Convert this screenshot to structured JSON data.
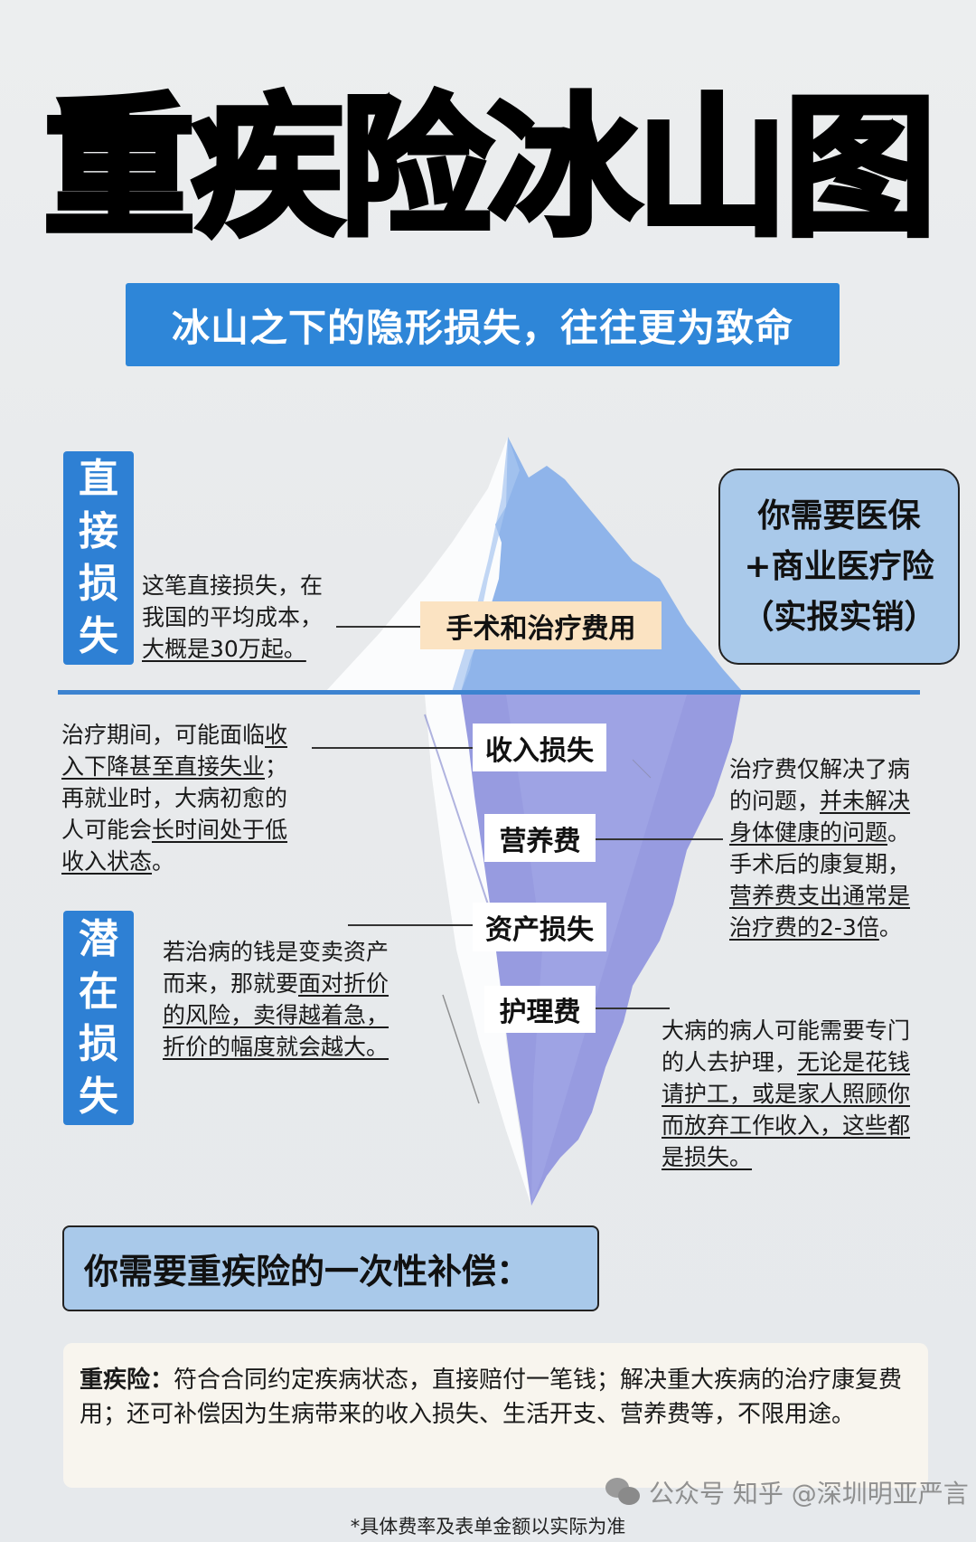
{
  "header": {
    "title": "重疾险冰山图",
    "subtitle": "冰山之下的隐形损失，往往更为致命"
  },
  "colors": {
    "banner_blue": "#2e86d8",
    "tag_blue": "#2e80d4",
    "waterline": "#3d83d0",
    "above_water_ice": "#8fb4ea",
    "below_water_ice": "#979be0",
    "highlight_label": "#fbe3c2",
    "info_box": "#a9c9ea",
    "card_bg": "#f8f5ee"
  },
  "direct_loss": {
    "tag": [
      "直",
      "接",
      "损",
      "失"
    ],
    "note_plain_1": "这笔直接损失，在",
    "note_plain_2": "我国的平均成本，",
    "note_underlined_3": "大概是30万起。",
    "label": "手术和治疗费用"
  },
  "right_box": {
    "lines": [
      "你需要医保",
      "+商业医疗险",
      "（实报实销）"
    ]
  },
  "potential_loss": {
    "tag": [
      "潜",
      "在",
      "损",
      "失"
    ],
    "labels": {
      "income": "收入损失",
      "nutrition": "营养费",
      "assets": "资产损失",
      "nursing": "护理费"
    },
    "income_note": {
      "l1_plain": "治疗期间，可能面临",
      "l1_u": "收",
      "l2_u": "入下降甚至直接失业",
      "l2_plain": "；",
      "l3": "再就业时，大病初愈的",
      "l4_plain": "人可能会",
      "l4_u": "长时间处于低",
      "l5_u": "收入状态",
      "l5_plain": "。"
    },
    "nutrition_note": {
      "l1": "治疗费仅解决了病",
      "l2_plain": "的问题，",
      "l2_u": "并未解决",
      "l3_u": "身体健康的问题",
      "l3_plain": "。",
      "l4": "手术后的康复期，",
      "l5_u": "营养费支出通常是",
      "l6_u": "治疗费的2-3倍",
      "l6_plain": "。"
    },
    "assets_note": {
      "l1": "若治病的钱是变卖资产",
      "l2_plain": "而来，那就要",
      "l2_u": "面对折价",
      "l3_u": "的风险，卖得越着急，",
      "l4_u": "折价的幅度就会越大。"
    },
    "nursing_note": {
      "l1": "大病的病人可能需要专门",
      "l2_plain": "的人去护理，",
      "l2_u": "无论是花钱",
      "l3_u": "请护工，或是家人照顾你",
      "l4_u": "而放弃工作收入，这些都",
      "l5_u": "是损失。"
    }
  },
  "need_box": {
    "text": "你需要重疾险的一次性补偿："
  },
  "summary_card": {
    "lead": "重疾险：",
    "body": "符合合同约定疾病状态，直接赔付一笔钱；解决重大疾病的治疗康复费用；还可补偿因为生病带来的收入损失、生活开支、营养费等，不限用途。"
  },
  "watermark": {
    "text": "公众号 知乎 @深圳明亚严言"
  },
  "footnote": "*具体费率及表单金额以实际为准"
}
